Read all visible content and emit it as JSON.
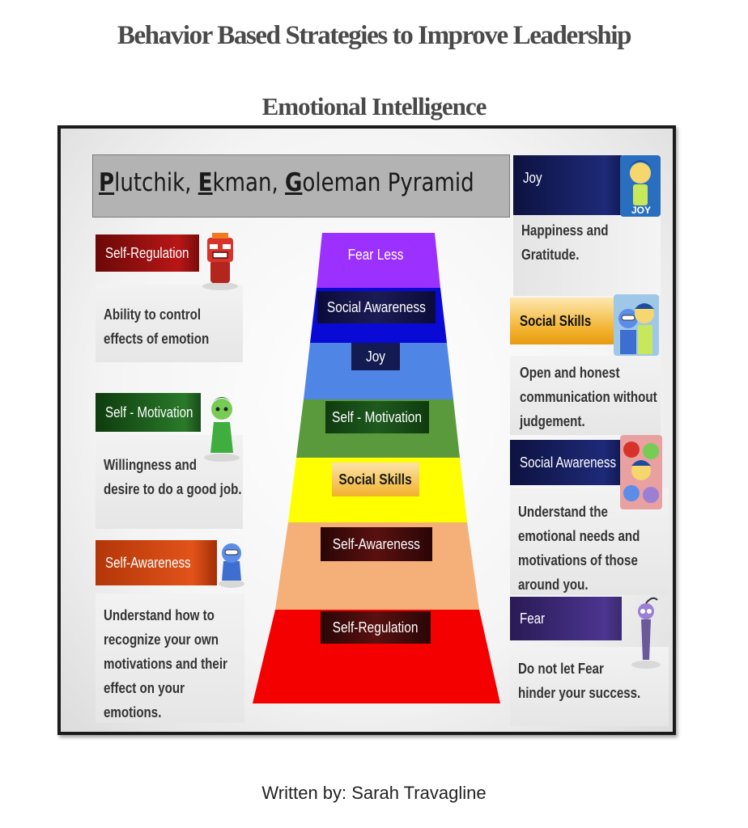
{
  "document": {
    "title": "Behavior Based Strategies to Improve Leadership",
    "subtitle": "Emotional Intelligence",
    "footer": "Written by: Sarah Travagline"
  },
  "banner": {
    "p_letter": "P",
    "p_rest": "lutchik, ",
    "e_letter": "E",
    "e_rest": "kman, ",
    "g_letter": "G",
    "g_rest": "oleman Pyramid"
  },
  "left_cards": [
    {
      "label": "Self-Regulation",
      "lines": [
        "Ability to control",
        "effects of emotion"
      ],
      "color": "#8b0e0e",
      "character_icon": "anger-character-icon"
    },
    {
      "label": "Self - Motivation",
      "lines": [
        "Willingness and",
        "desire to do a good job."
      ],
      "color": "#1f5a1f",
      "character_icon": "disgust-character-icon"
    },
    {
      "label": "Self-Awareness",
      "lines": [
        "Understand how to",
        "recognize your own",
        "motivations and their",
        "effect on your",
        "emotions."
      ],
      "color": "#c2410c",
      "character_icon": "sadness-character-icon"
    }
  ],
  "right_cards": [
    {
      "label": "Joy",
      "badge": "JOY",
      "lines": [
        "Happiness and",
        "Gratitude."
      ],
      "color": "#121a55",
      "character_icon": "joy-character-icon"
    },
    {
      "label": "Social Skills",
      "lines": [
        "Open and honest",
        "communication without",
        "judgement."
      ],
      "color": "#f2b12c",
      "character_icon": "joy-sadness-character-icon"
    },
    {
      "label": "Social Awareness",
      "lines": [
        "Understand the",
        "emotional needs and",
        "motivations of those",
        "around you."
      ],
      "color": "#121a55",
      "character_icon": "group-characters-icon"
    },
    {
      "label": "Fear",
      "lines": [
        "Do not let Fear",
        "hinder your success."
      ],
      "color": "#3b2a6e",
      "character_icon": "fear-character-icon"
    }
  ],
  "pyramid": [
    {
      "label": "Fear Less",
      "color": "#9b30ff"
    },
    {
      "label": "Social Awareness",
      "color": "#0a0ad6"
    },
    {
      "label": "Joy",
      "color": "#4f86e6"
    },
    {
      "label": "Self - Motivation",
      "color": "#5a9a3c"
    },
    {
      "label": "Social Skills",
      "color": "#ffff00"
    },
    {
      "label": "Self-Awareness",
      "color": "#f5b07a"
    },
    {
      "label": "Self-Regulation",
      "color": "#f40000"
    }
  ]
}
